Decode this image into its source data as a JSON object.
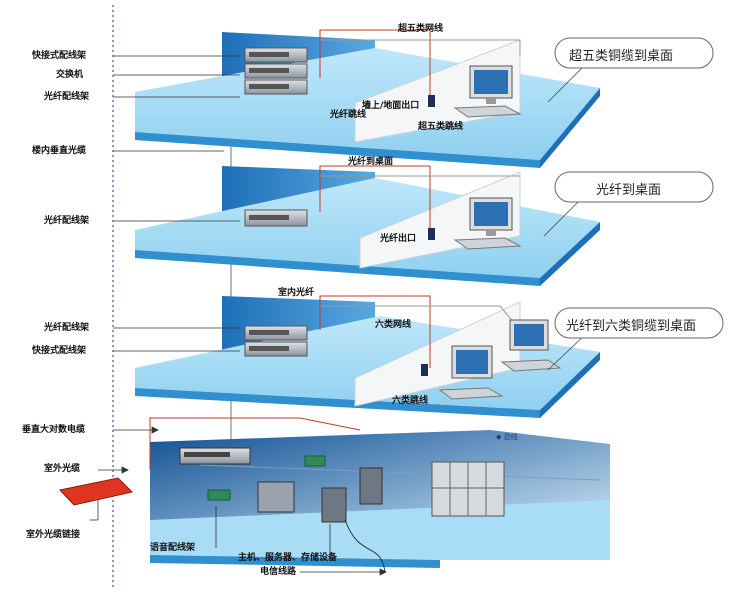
{
  "left_labels": {
    "quick_patch_panel_top": "快接式配线架",
    "switch": "交换机",
    "fiber_patch_panel_top": "光纤配线架",
    "building_vertical_fiber": "楼内垂直光缆",
    "fiber_patch_panel_mid": "光纤配线架",
    "fiber_patch_panel_third": "光纤配线架",
    "quick_patch_panel_third": "快接式配线架",
    "vertical_large_pair_cable": "垂直大对数电缆",
    "outdoor_fiber": "室外光缆",
    "outdoor_fiber_link": "室外光缆链接"
  },
  "floor1": {
    "cat5e_cable": "超五类网线",
    "fiber_jumper": "光纤跳线",
    "wall_floor_outlet": "墙上/地面出口",
    "cat5e_jumper": "超五类跳线",
    "callout": "超五类铜缆到桌面"
  },
  "floor2": {
    "fiber_to_desk": "光纤到桌面",
    "fiber_outlet": "光纤出口",
    "callout": "光纤到桌面"
  },
  "floor3": {
    "indoor_fiber": "室内光纤",
    "cat6_cable": "六类网线",
    "cat6_jumper": "六类跳线",
    "callout": "光纤到六类铜缆到桌面"
  },
  "basement": {
    "voice_patch_panel": "语音配线架",
    "servers_storage": "主机、服务器、存储设备",
    "telecom_line": "电信线路",
    "small_mark": "◆ 总线"
  },
  "colors": {
    "floor_top": "#aee0f7",
    "floor_edge": "#2f8fcf",
    "wall": "#2d7fc3",
    "partition": "#f4f6f8",
    "cable_red": "#c0392b",
    "outdoor_pad": "#e0341e"
  }
}
